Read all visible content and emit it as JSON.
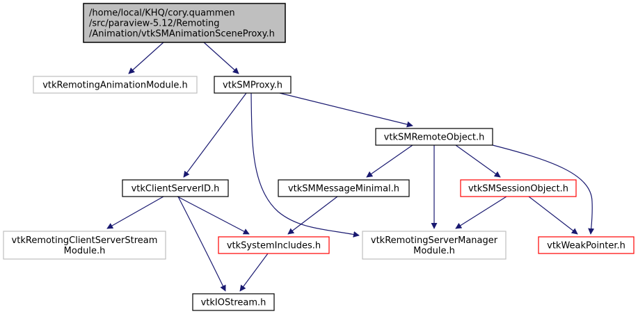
{
  "diagram": {
    "type": "include-dependency-graph",
    "edge_color": "#191970",
    "node_styles": {
      "root": {
        "fill": "#bfbfbf",
        "stroke": "#000000"
      },
      "documented": {
        "fill": "#ffffff",
        "stroke": "#000000"
      },
      "external": {
        "fill": "#ffffff",
        "stroke": "#bfbfbf"
      },
      "truncated": {
        "fill": "#ffffff",
        "stroke": "#ff0000"
      }
    },
    "nodes": [
      {
        "id": "root",
        "lines": [
          "/home/local/KHQ/cory.quammen",
          "/src/paraview-5.12/Remoting",
          "/Animation/vtkSMAnimationSceneProxy.h"
        ],
        "style": "root"
      },
      {
        "id": "animmod",
        "lines": [
          "vtkRemotingAnimationModule.h"
        ],
        "style": "external"
      },
      {
        "id": "proxy",
        "lines": [
          "vtkSMProxy.h"
        ],
        "style": "documented"
      },
      {
        "id": "remote",
        "lines": [
          "vtkSMRemoteObject.h"
        ],
        "style": "documented"
      },
      {
        "id": "csid",
        "lines": [
          "vtkClientServerID.h"
        ],
        "style": "documented"
      },
      {
        "id": "msgmin",
        "lines": [
          "vtkSMMessageMinimal.h"
        ],
        "style": "documented"
      },
      {
        "id": "session",
        "lines": [
          "vtkSMSessionObject.h"
        ],
        "style": "truncated"
      },
      {
        "id": "csstream",
        "lines": [
          "vtkRemotingClientServerStream",
          "Module.h"
        ],
        "style": "external"
      },
      {
        "id": "sysinc",
        "lines": [
          "vtkSystemIncludes.h"
        ],
        "style": "truncated"
      },
      {
        "id": "srvmgr",
        "lines": [
          "vtkRemotingServerManager",
          "Module.h"
        ],
        "style": "external"
      },
      {
        "id": "weak",
        "lines": [
          "vtkWeakPointer.h"
        ],
        "style": "truncated"
      },
      {
        "id": "iostream",
        "lines": [
          "vtkIOStream.h"
        ],
        "style": "documented"
      }
    ],
    "edges": [
      [
        "root",
        "animmod"
      ],
      [
        "root",
        "proxy"
      ],
      [
        "proxy",
        "remote"
      ],
      [
        "proxy",
        "csid"
      ],
      [
        "proxy",
        "srvmgr"
      ],
      [
        "remote",
        "msgmin"
      ],
      [
        "remote",
        "srvmgr"
      ],
      [
        "remote",
        "session"
      ],
      [
        "remote",
        "weak"
      ],
      [
        "csid",
        "csstream"
      ],
      [
        "csid",
        "sysinc"
      ],
      [
        "csid",
        "iostream"
      ],
      [
        "msgmin",
        "sysinc"
      ],
      [
        "session",
        "srvmgr"
      ],
      [
        "session",
        "weak"
      ],
      [
        "sysinc",
        "iostream"
      ]
    ]
  }
}
